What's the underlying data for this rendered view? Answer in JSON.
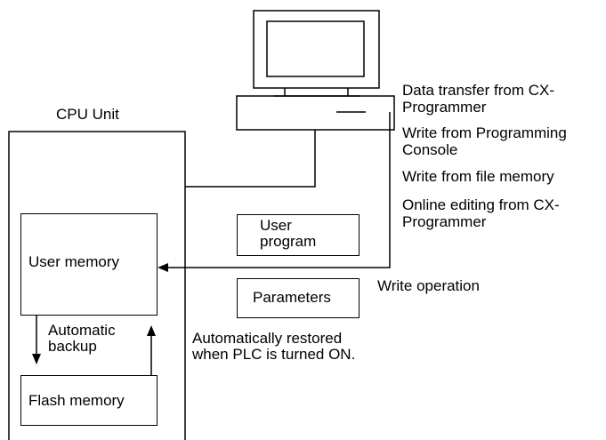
{
  "cpu_unit": {
    "title": "CPU Unit"
  },
  "user_memory": {
    "label": "User memory"
  },
  "flash_memory": {
    "label": "Flash memory"
  },
  "automatic_backup": {
    "label": "Automatic\nbackup"
  },
  "user_program": {
    "label": "User\nprogram"
  },
  "parameters": {
    "label": "Parameters"
  },
  "write_sources": [
    {
      "label": "Data transfer from CX-\nProgrammer"
    },
    {
      "label": "Write from Programming\nConsole"
    },
    {
      "label": "Write from file memory"
    },
    {
      "label": "Online editing from CX-\nProgrammer"
    }
  ],
  "write_operation": {
    "label": "Write operation"
  },
  "restore_note": {
    "label": "Automatically restored\nwhen PLC is turned ON."
  }
}
